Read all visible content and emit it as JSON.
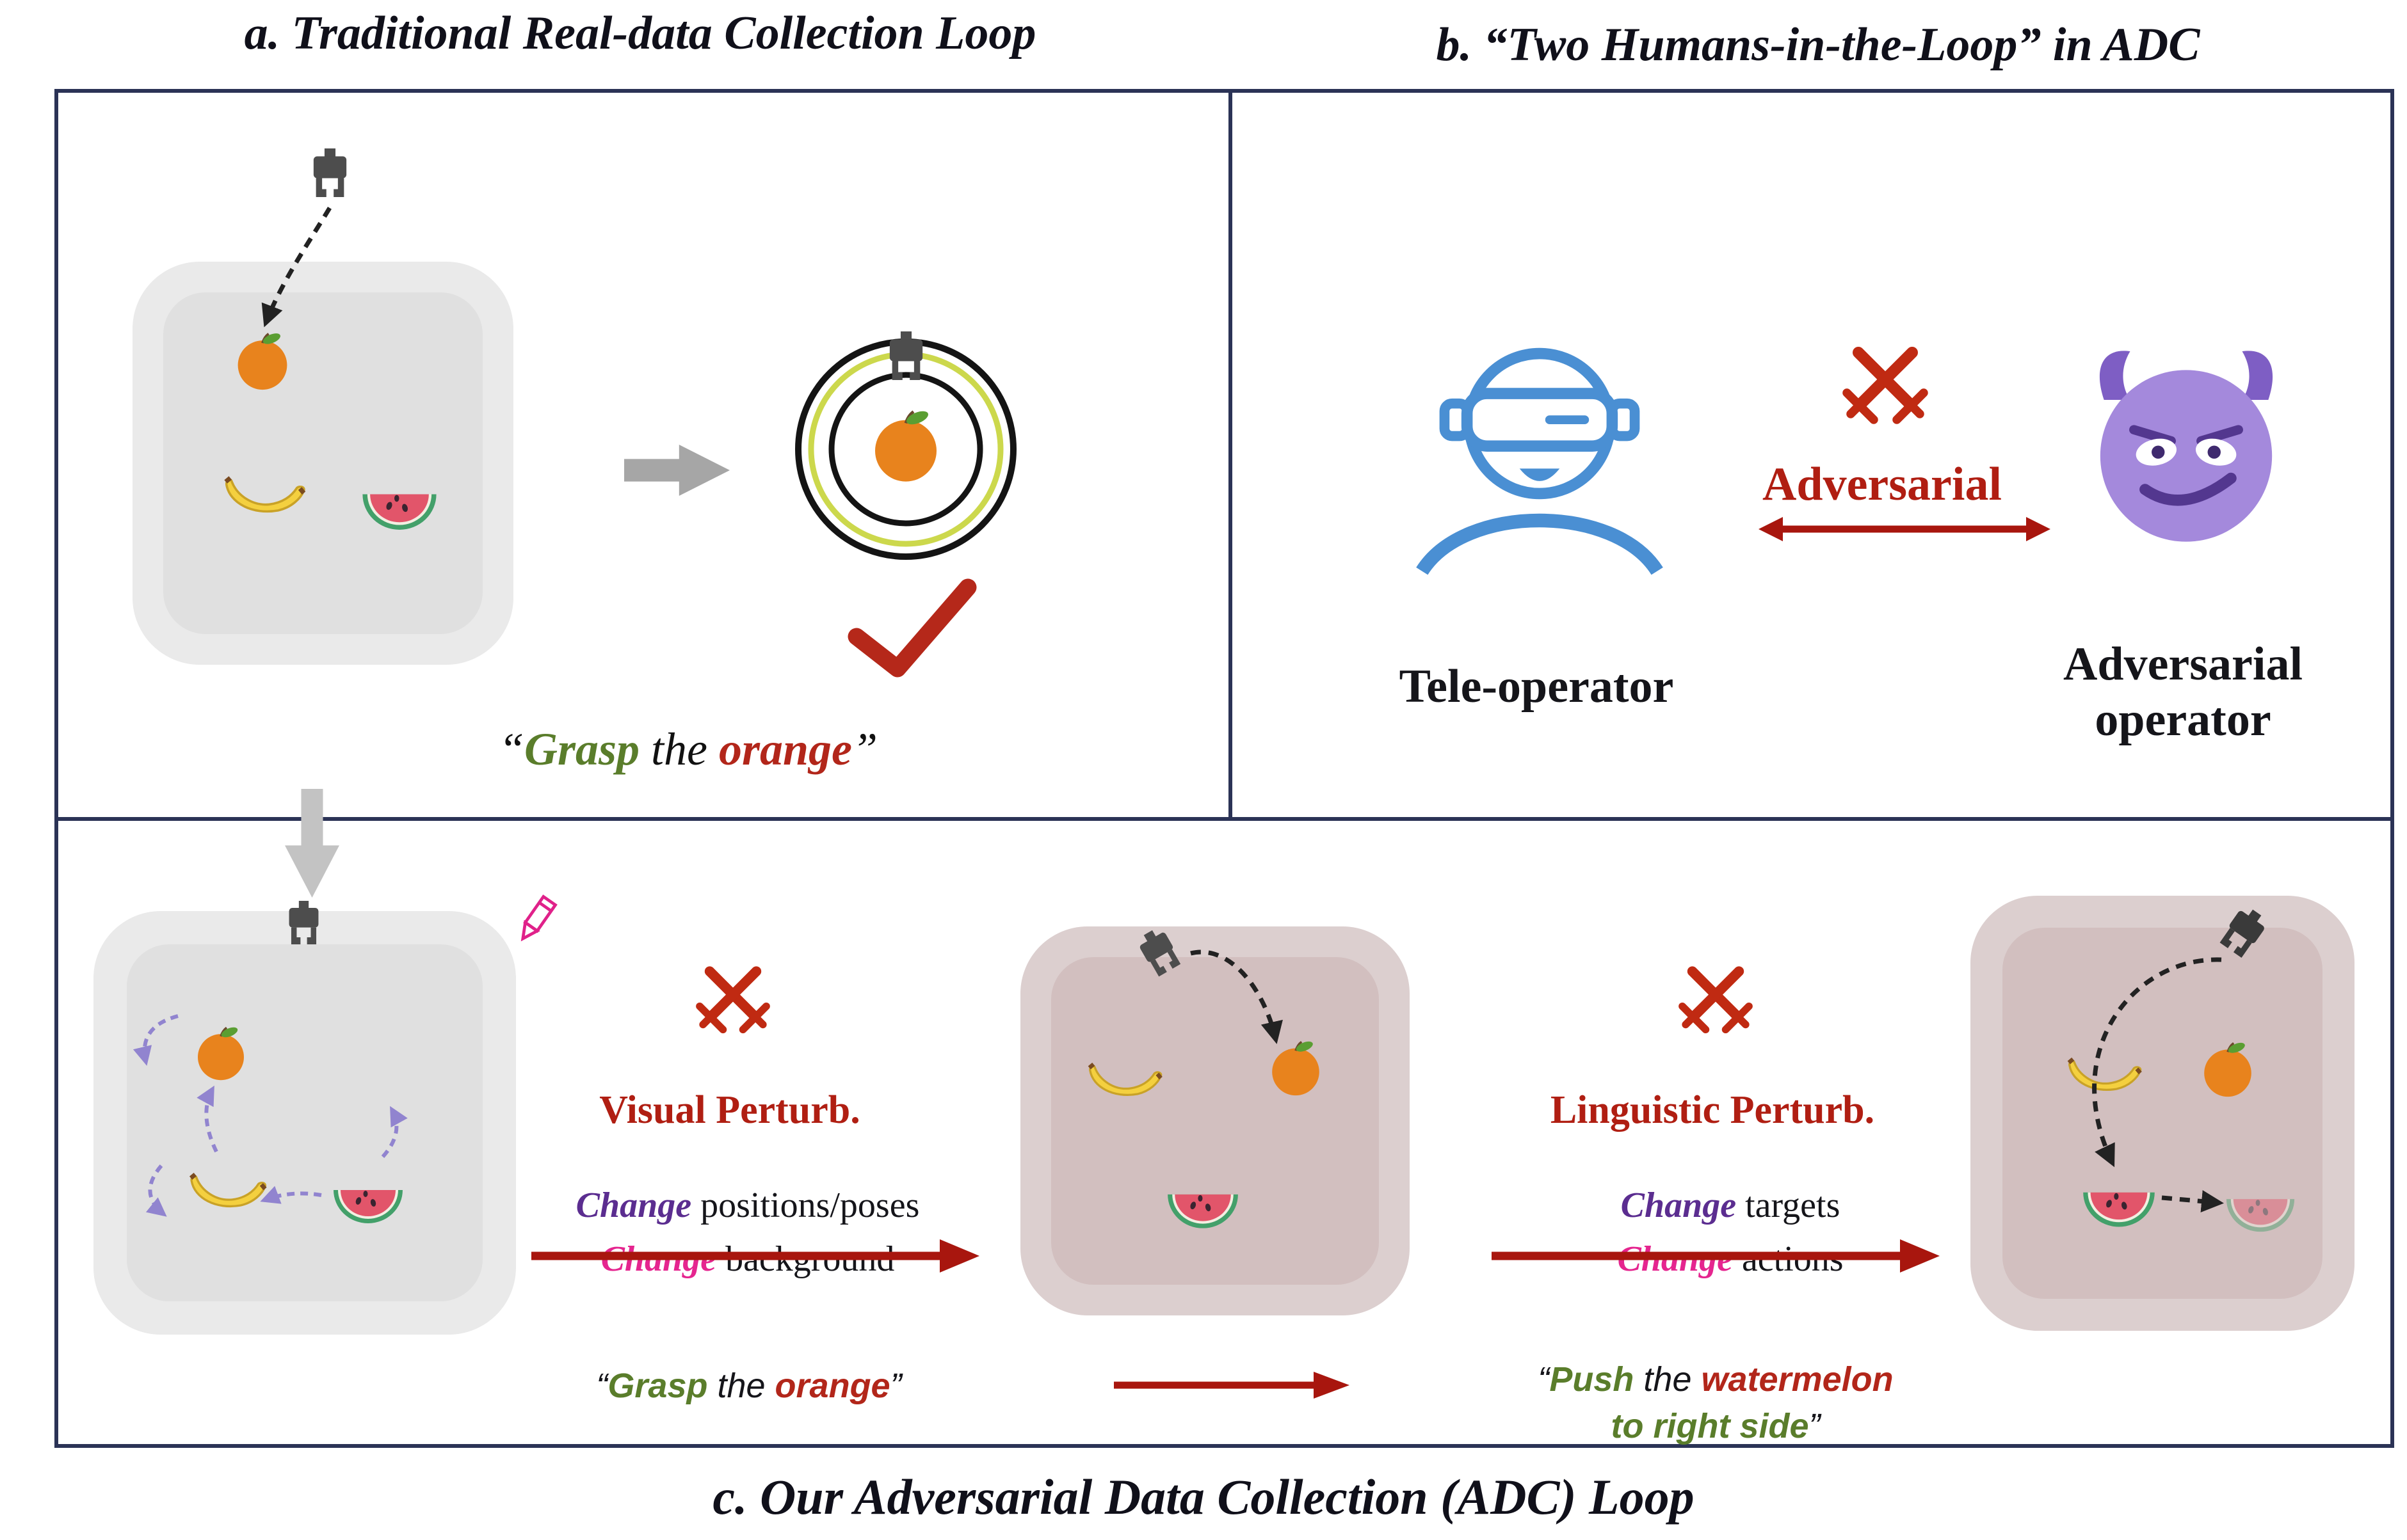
{
  "titles": {
    "panel_a": "a. Traditional Real-data Collection Loop",
    "panel_b": "b. “Two Humans-in-the-Loop” in ADC",
    "panel_c": "c. Our Adversarial Data Collection (ADC) Loop"
  },
  "panel_a": {
    "instruction": {
      "open_quote": "“",
      "verb": "Grasp",
      "connector": " the ",
      "object": "orange",
      "close_quote": "”"
    }
  },
  "panel_b": {
    "teleoperator_label": "Tele-operator",
    "adversarial_text": "Adversarial",
    "adversary_line1": "Adversarial",
    "adversary_line2": "operator"
  },
  "panel_c": {
    "visual_perturb": {
      "title": "Visual Perturb.",
      "change1": "Change",
      "rest1": " positions/poses",
      "change2": "Change",
      "rest2": " background"
    },
    "linguistic_perturb": {
      "title": "Linguistic Perturb.",
      "change1": "Change",
      "rest1": " targets",
      "change2": "Change",
      "rest2": " actions"
    },
    "instruction_original": {
      "open_quote": "“",
      "verb": "Grasp",
      "connector": " the ",
      "object": "orange",
      "close_quote": "”"
    },
    "instruction_perturbed": {
      "open_quote": "“",
      "verb": "Push",
      "connector": " the ",
      "object": "watermelon",
      "line2": "to right side",
      "close_quote": "”"
    }
  },
  "colors": {
    "border_navy": "#2b3356",
    "dark_red": "#b01e12",
    "swords_red": "#c02a12",
    "green_word": "#5a7d2b",
    "red_word": "#b2261a",
    "purple_change": "#5b2d90",
    "magenta_change": "#e5258f",
    "blue_operator": "#4a8fd3",
    "devil_purple": "#a489dc",
    "tray_gray": "#eaeaea",
    "tray_mauve": "#dccfcf"
  }
}
